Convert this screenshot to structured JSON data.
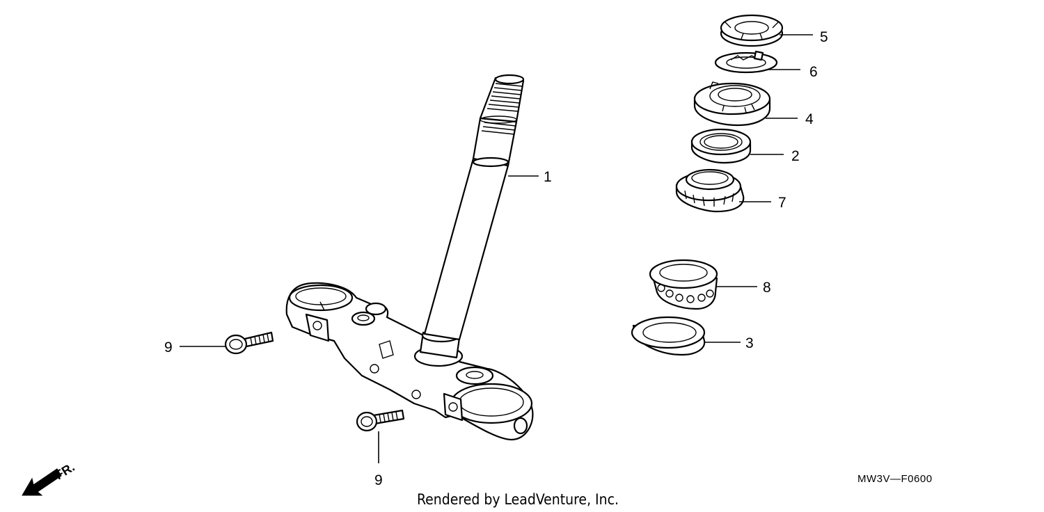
{
  "callouts": [
    {
      "id": "p1",
      "label": "1"
    },
    {
      "id": "p2",
      "label": "2"
    },
    {
      "id": "p3",
      "label": "3"
    },
    {
      "id": "p4",
      "label": "4"
    },
    {
      "id": "p5",
      "label": "5"
    },
    {
      "id": "p6",
      "label": "6"
    },
    {
      "id": "p7",
      "label": "7"
    },
    {
      "id": "p8",
      "label": "8"
    },
    {
      "id": "p9a",
      "label": "9"
    },
    {
      "id": "p9b",
      "label": "9"
    }
  ],
  "front_marker": "FR.",
  "diagram_code": "MW3V—F0600",
  "credit": "Rendered by LeadVenture, Inc."
}
